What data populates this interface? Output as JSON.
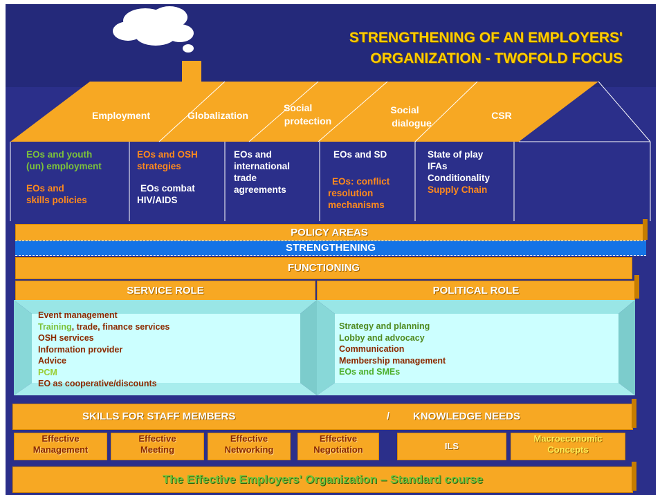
{
  "title": {
    "line1": "STRENGTHENING OF AN EMPLOYERS'",
    "line2": "ORGANIZATION -  TWOFOLD FOCUS"
  },
  "roof": {
    "labels": [
      {
        "line1": "Employment",
        "line2": ""
      },
      {
        "line1": "Globalization",
        "line2": ""
      },
      {
        "line1": "Social",
        "line2": "protection"
      },
      {
        "line1": "Social",
        "line2": "dialogue"
      },
      {
        "line1": "CSR",
        "line2": ""
      }
    ]
  },
  "columns": {
    "employment": [
      "EOs and youth",
      "(un) employment",
      "EOs and",
      "skills policies"
    ],
    "globalization": [
      "EOs and OSH",
      "strategies",
      "EOs combat",
      "HIV/AIDS"
    ],
    "social_protection": [
      "EOs and",
      "international",
      "trade",
      "agreements"
    ],
    "social_dialogue": [
      "EOs and SD",
      "EOs: conflict",
      "resolution",
      "mechanisms"
    ],
    "csr": [
      "State of play",
      "IFAs",
      "Conditionality",
      "Supply Chain"
    ]
  },
  "bars": {
    "policy_areas": "POLICY AREAS",
    "strengthening": "STRENGTHENING",
    "functioning": "FUNCTIONING",
    "service_role": "SERVICE ROLE",
    "political_role": "POLITICAL ROLE"
  },
  "service_items": [
    "Event management",
    "Training",
    ", trade, finance services",
    "OSH services",
    "Information provider",
    "Advice",
    "PCM",
    "EO as cooperative/discounts"
  ],
  "political_items": [
    "Strategy and planning",
    "Lobby and advocacy",
    "Communication",
    "Membership management",
    "EOs and SMEs"
  ],
  "skills": {
    "left": "SKILLS FOR STAFF MEMBERS",
    "sep": "/",
    "right": "KNOWLEDGE NEEDS"
  },
  "skill_boxes": [
    {
      "line1": "Effective",
      "line2": "Management"
    },
    {
      "line1": "Effective",
      "line2": "Meeting"
    },
    {
      "line1": "Effective",
      "line2": "Networking"
    },
    {
      "line1": "Effective",
      "line2": "Negotiation"
    },
    {
      "line1": "ILS",
      "line2": ""
    },
    {
      "line1": "Macroeconomic",
      "line2": "Concepts"
    }
  ],
  "footer": "The Effective Employers' Organization – Standard course",
  "colors": {
    "background": "#2b2f8a",
    "orange": "#f7a823",
    "title": "#ffcc00",
    "cyan_panel": "#ccffff",
    "blue_band": "#1473e6"
  }
}
